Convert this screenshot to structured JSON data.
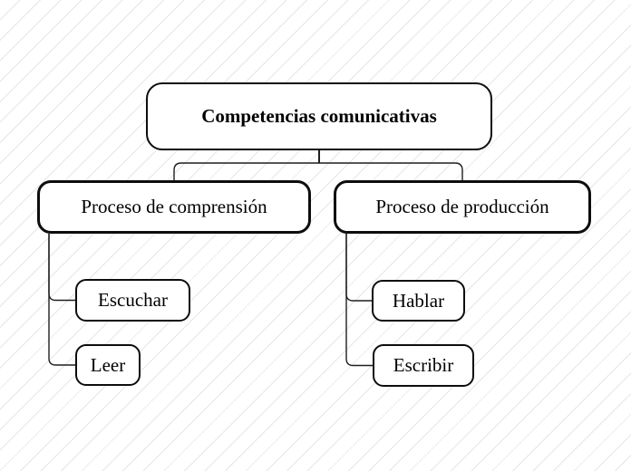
{
  "diagram": {
    "root": {
      "label": "Competencias comunicativas"
    },
    "branches": [
      {
        "label": "Proceso de comprensión",
        "children": [
          {
            "label": "Escuchar"
          },
          {
            "label": "Leer"
          }
        ]
      },
      {
        "label": "Proceso de producción",
        "children": [
          {
            "label": "Hablar"
          },
          {
            "label": "Escribir"
          }
        ]
      }
    ],
    "colors": {
      "background": "#ffffff",
      "stripe": "#e6e6e6",
      "node_fill": "#ffffff",
      "node_border": "#0d0d0d",
      "connector": "#1f1f1f",
      "text": "#000000"
    }
  }
}
